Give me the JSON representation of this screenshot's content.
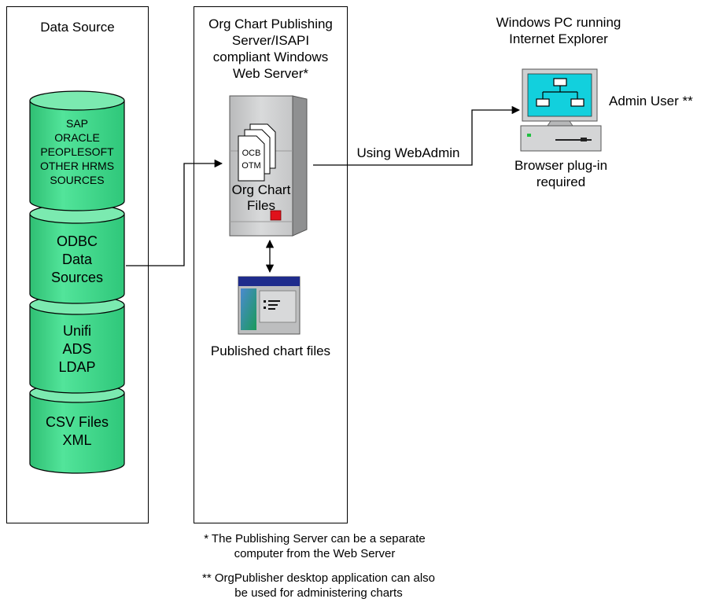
{
  "data_source": {
    "title": "Data Source",
    "sources": [
      {
        "lines": [
          "SAP",
          "ORACLE",
          "PEOPLESOFT",
          "OTHER HRMS",
          "SOURCES"
        ]
      },
      {
        "lines": [
          "ODBC",
          "Data",
          "Sources"
        ]
      },
      {
        "lines": [
          "Unifi",
          "ADS",
          "LDAP"
        ]
      },
      {
        "lines": [
          "CSV Files",
          "XML"
        ]
      }
    ]
  },
  "server": {
    "title_lines": [
      "Org Chart Publishing",
      "Server/ISAPI",
      "compliant Windows",
      "Web Server*"
    ],
    "doc_label_1": "OCB",
    "doc_label_2": "OTM",
    "files_line_1": "Org Chart",
    "files_line_2": "Files",
    "published_label": "Published chart files"
  },
  "client": {
    "title_line_1": "Windows PC running",
    "title_line_2": "Internet Explorer",
    "admin_label": "Admin User **",
    "plugin_line_1": "Browser plug-in",
    "plugin_line_2": "required"
  },
  "connection_label": "Using WebAdmin",
  "footnotes": {
    "note1_line1": "* The Publishing Server can be a separate",
    "note1_line2": "computer from the Web Server",
    "note2_line1": "** OrgPublisher desktop application can also",
    "note2_line2": "be used for administering charts"
  },
  "colors": {
    "cylinder_fill": "#3fdc8c",
    "cylinder_top": "#8ff0bc",
    "server_gray": "#c9cacb",
    "monitor_screen": "#12d0dd",
    "window_bar": "#1f2c8c",
    "indicator_red": "#e0121b"
  }
}
